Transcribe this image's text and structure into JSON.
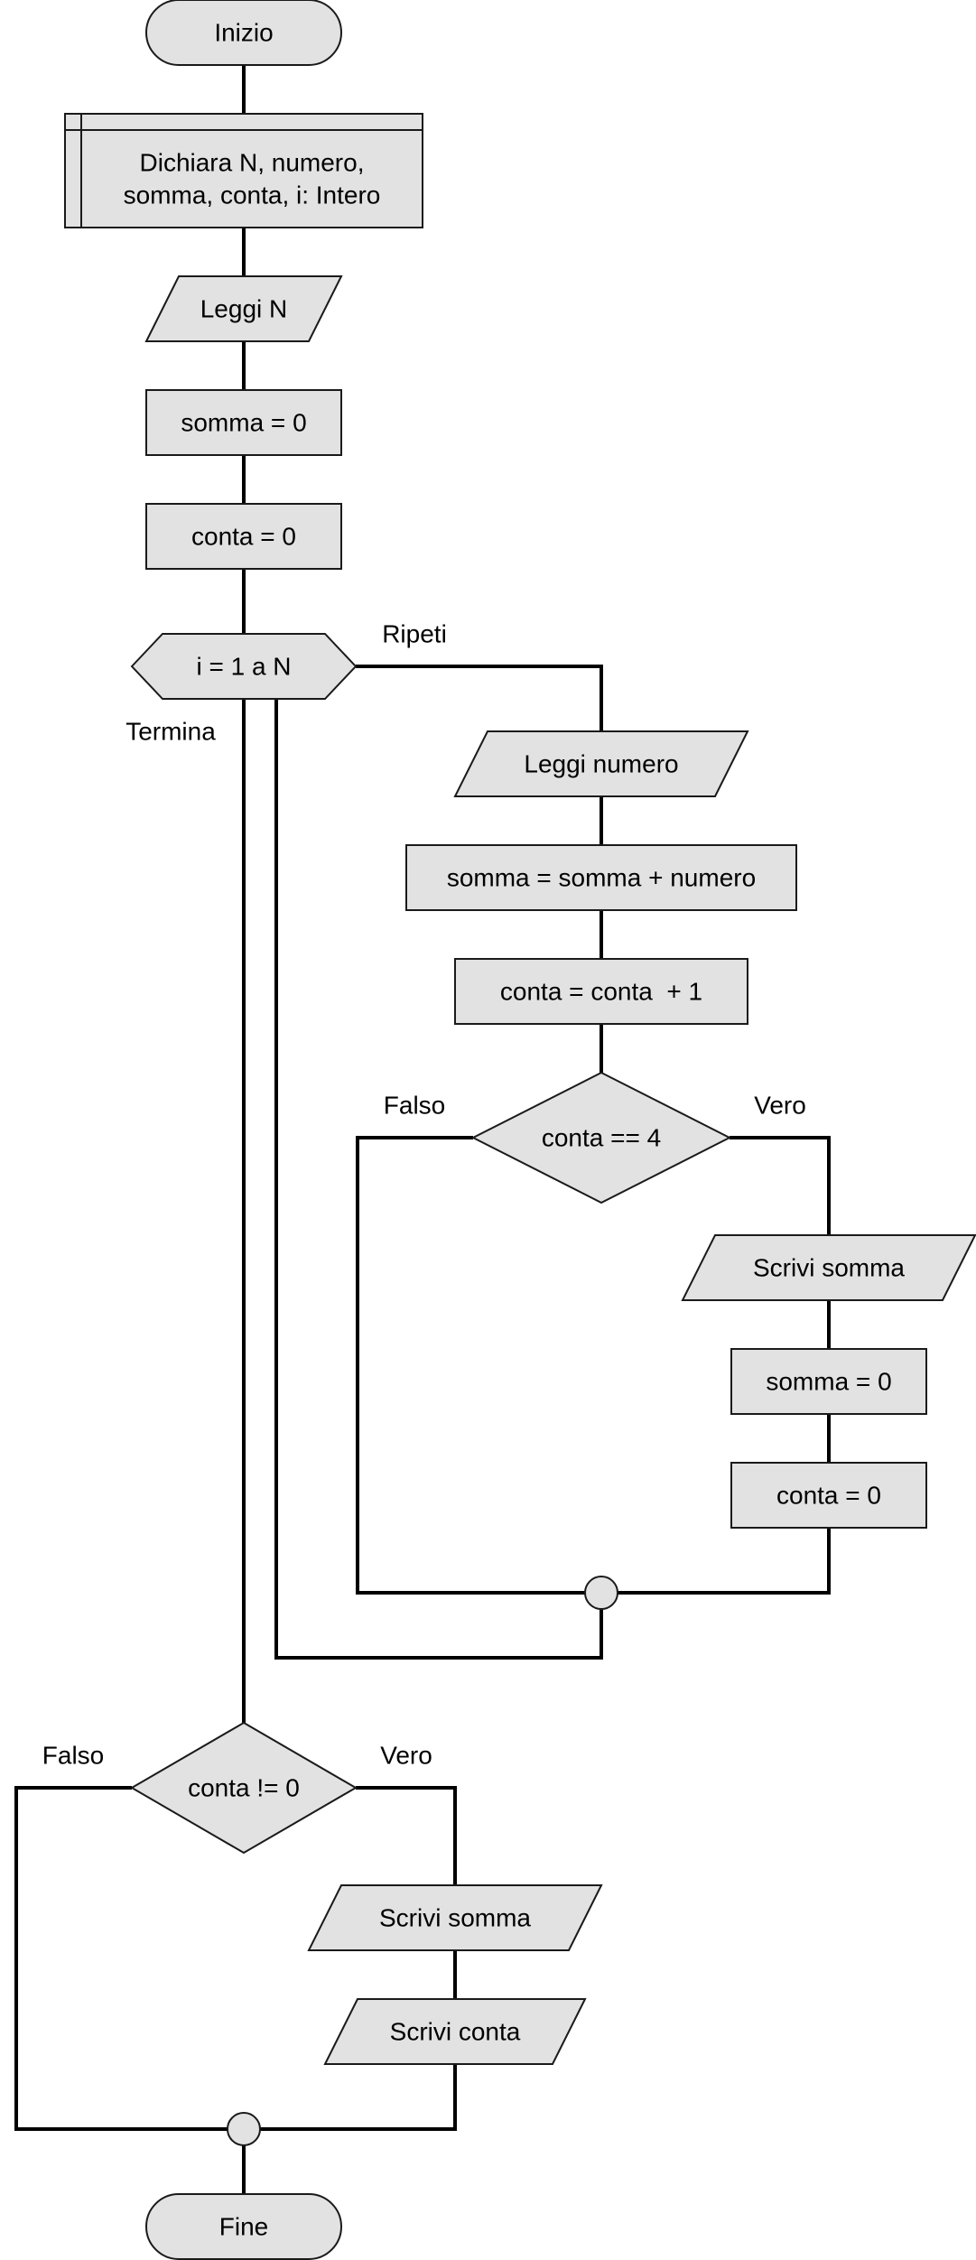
{
  "nodes": {
    "start": "Inizio",
    "declare_line1": "Dichiara N, numero,",
    "declare_line2": "somma, conta, i: Intero",
    "read_n": "Leggi N",
    "init_somma": "somma = 0",
    "init_conta": "conta = 0",
    "loop": "i = 1 a N",
    "read_numero": "Leggi numero",
    "add_somma": "somma = somma + numero",
    "inc_conta": "conta = conta  + 1",
    "cond_conta4": "conta == 4",
    "write_somma_inner": "Scrivi somma",
    "reset_somma": "somma = 0",
    "reset_conta": "conta = 0",
    "cond_conta_ne0": "conta != 0",
    "write_somma_final": "Scrivi somma",
    "write_conta_final": "Scrivi conta",
    "end": "Fine"
  },
  "labels": {
    "loop_repeat": "Ripeti",
    "loop_end": "Termina",
    "cond1_false": "Falso",
    "cond1_true": "Vero",
    "cond2_false": "Falso",
    "cond2_true": "Vero"
  },
  "colors": {
    "node_fill": "#e2e2e2",
    "line": "#000000"
  }
}
